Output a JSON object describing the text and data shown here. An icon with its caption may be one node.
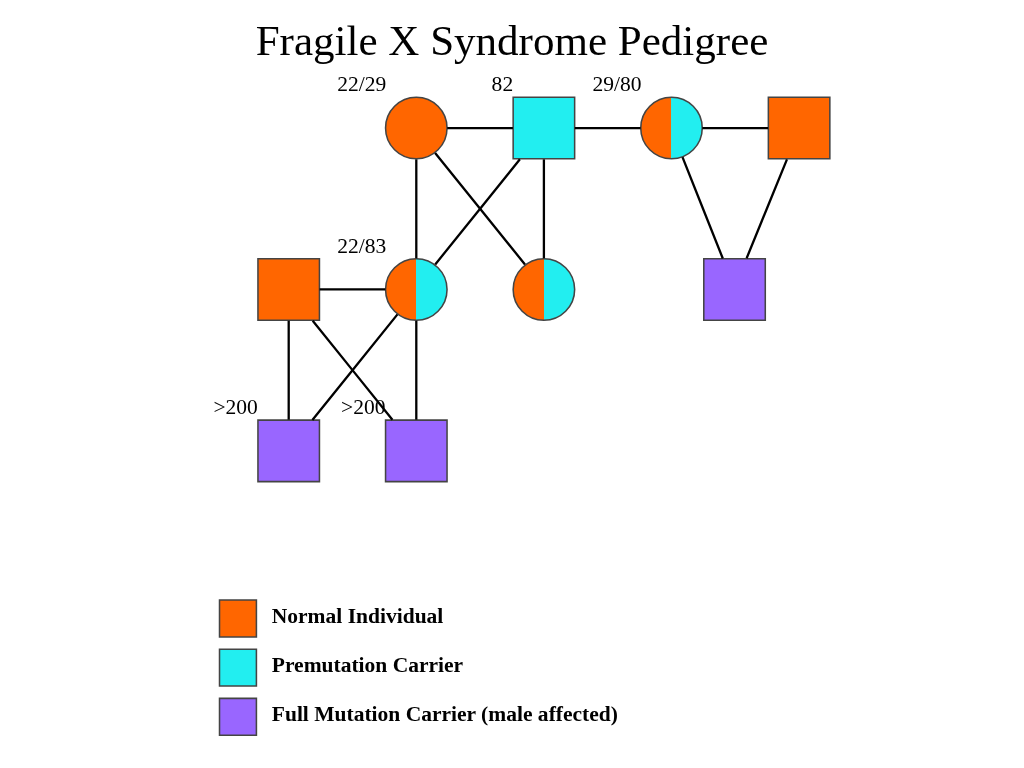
{
  "diagram": {
    "title": "Fragile X Syndrome Pedigree",
    "nodes": [
      {
        "text": [],
        "shape": "circle",
        "beside": [
          "22/29"
        ]
      },
      {
        "text": [],
        "shape": "box",
        "beside": [
          "82"
        ]
      },
      {
        "text": [],
        "shape": "circle",
        "beside": [
          "29/80"
        ]
      },
      {
        "text": [],
        "shape": "box"
      },
      {
        "text": [],
        "shape": "box"
      },
      {
        "text": [],
        "shape": "circle",
        "beside": [
          "22/83"
        ]
      },
      {
        "text": [],
        "shape": "circle"
      },
      {
        "text": [],
        "shape": "box"
      },
      {
        "text": [],
        "shape": "box",
        "beside": [
          ">200"
        ]
      },
      {
        "text": [],
        "shape": "box",
        "beside": [
          ">200"
        ]
      }
    ],
    "edges": [
      {
        "from": 1,
        "to": 2,
        "arrow": "none"
      },
      {
        "from": 0,
        "to": 1,
        "arrow": "none"
      },
      {
        "from": 2,
        "to": 3,
        "arrow": "none"
      },
      {
        "from": 0,
        "to": 5,
        "arrow": "none"
      },
      {
        "from": 1,
        "to": 5,
        "arrow": "none"
      },
      {
        "from": 0,
        "to": 6,
        "arrow": "none"
      },
      {
        "from": 1,
        "to": 6,
        "arrow": "none"
      },
      {
        "from": 2,
        "to": 7,
        "arrow": "none"
      },
      {
        "from": 3,
        "to": 7,
        "arrow": "none"
      },
      {
        "from": 4,
        "to": 5,
        "arrow": "none"
      },
      {
        "from": 4,
        "to": 8,
        "arrow": "none"
      },
      {
        "from": 5,
        "to": 8,
        "arrow": "none"
      },
      {
        "from": 4,
        "to": 9,
        "arrow": "none"
      },
      {
        "from": 5,
        "to": 9,
        "arrow": "none"
      }
    ],
    "legend": [
      {
        "text": "Normal Individual",
        "color": "#ff6600"
      },
      {
        "text": "Premutation Carrier",
        "color": "#22eef0"
      },
      {
        "text": "Full Mutation Carrier (male affected)",
        "color": "#9966ff"
      }
    ]
  }
}
